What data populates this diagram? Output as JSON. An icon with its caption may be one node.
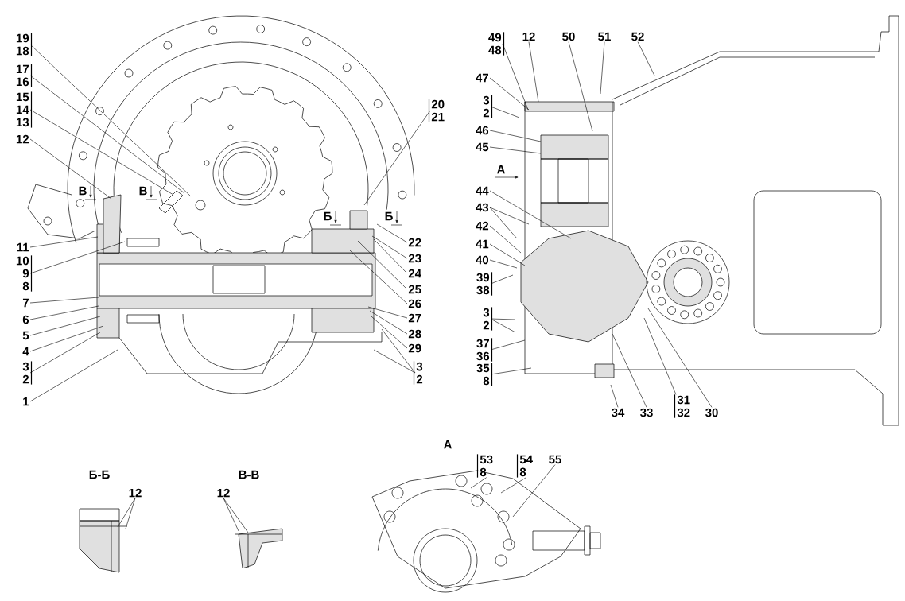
{
  "diagram": {
    "nodes": [
      {
        "text": [
          "19",
          "18"
        ]
      },
      {
        "text": [
          "17",
          "16"
        ]
      },
      {
        "text": [
          "15",
          "14",
          "13"
        ]
      },
      {
        "text": [
          "12"
        ]
      },
      {
        "text": [
          "11"
        ]
      },
      {
        "text": [
          "10",
          "9",
          "8"
        ]
      },
      {
        "text": [
          "7"
        ]
      },
      {
        "text": [
          "6"
        ]
      },
      {
        "text": [
          "5"
        ]
      },
      {
        "text": [
          "4"
        ]
      },
      {
        "text": [
          "3",
          "2"
        ]
      },
      {
        "text": [
          "1"
        ]
      },
      {
        "text": [
          "20",
          "21"
        ]
      },
      {
        "text": [
          "22"
        ]
      },
      {
        "text": [
          "23"
        ]
      },
      {
        "text": [
          "24"
        ]
      },
      {
        "text": [
          "25"
        ]
      },
      {
        "text": [
          "26"
        ]
      },
      {
        "text": [
          "27"
        ]
      },
      {
        "text": [
          "28"
        ]
      },
      {
        "text": [
          "29"
        ]
      },
      {
        "text": [
          "3",
          "2"
        ]
      },
      {
        "text": [
          "49",
          "48"
        ]
      },
      {
        "text": [
          "12"
        ]
      },
      {
        "text": [
          "50"
        ]
      },
      {
        "text": [
          "51"
        ]
      },
      {
        "text": [
          "52"
        ]
      },
      {
        "text": [
          "47"
        ]
      },
      {
        "text": [
          "3",
          "2"
        ]
      },
      {
        "text": [
          "46"
        ]
      },
      {
        "text": [
          "45"
        ]
      },
      {
        "text": [
          "44"
        ]
      },
      {
        "text": [
          "43"
        ]
      },
      {
        "text": [
          "42"
        ]
      },
      {
        "text": [
          "41"
        ]
      },
      {
        "text": [
          "40"
        ]
      },
      {
        "text": [
          "39",
          "38"
        ]
      },
      {
        "text": [
          "3",
          "2"
        ]
      },
      {
        "text": [
          "37",
          "36"
        ]
      },
      {
        "text": [
          "35",
          "8"
        ]
      },
      {
        "text": [
          "34"
        ]
      },
      {
        "text": [
          "33"
        ]
      },
      {
        "text": [
          "31",
          "32"
        ]
      },
      {
        "text": [
          "30"
        ]
      },
      {
        "text": [
          "12"
        ]
      },
      {
        "text": [
          "12"
        ]
      },
      {
        "text": [
          "53",
          "8"
        ]
      },
      {
        "text": [
          "54",
          "8"
        ]
      },
      {
        "text": [
          "55"
        ]
      }
    ],
    "edges": [
      {
        "from": 0,
        "to": null,
        "arrow": "none"
      },
      {
        "from": 1,
        "to": null,
        "arrow": "none"
      },
      {
        "from": 2,
        "to": null,
        "arrow": "none"
      },
      {
        "from": 3,
        "to": null,
        "arrow": "none"
      },
      {
        "from": 4,
        "to": null,
        "arrow": "none"
      },
      {
        "from": 5,
        "to": null,
        "arrow": "none"
      },
      {
        "from": 6,
        "to": null,
        "arrow": "none"
      },
      {
        "from": 7,
        "to": null,
        "arrow": "none"
      },
      {
        "from": 8,
        "to": null,
        "arrow": "none"
      },
      {
        "from": 9,
        "to": null,
        "arrow": "none"
      },
      {
        "from": 10,
        "to": null,
        "arrow": "none"
      },
      {
        "from": 11,
        "to": null,
        "arrow": "none"
      },
      {
        "from": 12,
        "to": null,
        "arrow": "none"
      },
      {
        "from": 13,
        "to": null,
        "arrow": "none"
      },
      {
        "from": 14,
        "to": null,
        "arrow": "none"
      },
      {
        "from": 15,
        "to": null,
        "arrow": "none"
      },
      {
        "from": 16,
        "to": null,
        "arrow": "none"
      },
      {
        "from": 17,
        "to": null,
        "arrow": "none"
      },
      {
        "from": 18,
        "to": null,
        "arrow": "none"
      },
      {
        "from": 19,
        "to": null,
        "arrow": "none"
      },
      {
        "from": 20,
        "to": null,
        "arrow": "none"
      },
      {
        "from": 21,
        "to": null,
        "arrow": "none"
      },
      {
        "from": 21,
        "to": null,
        "arrow": "none"
      },
      {
        "from": 22,
        "to": null,
        "arrow": "none"
      },
      {
        "from": 23,
        "to": null,
        "arrow": "none"
      },
      {
        "from": 24,
        "to": null,
        "arrow": "none"
      },
      {
        "from": 25,
        "to": null,
        "arrow": "none"
      },
      {
        "from": 26,
        "to": null,
        "arrow": "none"
      },
      {
        "from": 27,
        "to": null,
        "arrow": "none"
      },
      {
        "from": 28,
        "to": null,
        "arrow": "none"
      },
      {
        "from": 29,
        "to": null,
        "arrow": "none"
      },
      {
        "from": 30,
        "to": null,
        "arrow": "none"
      },
      {
        "from": 31,
        "to": null,
        "arrow": "none"
      },
      {
        "from": 32,
        "to": null,
        "arrow": "none"
      },
      {
        "from": 32,
        "to": null,
        "arrow": "none"
      },
      {
        "from": 33,
        "to": null,
        "arrow": "none"
      },
      {
        "from": 34,
        "to": null,
        "arrow": "none"
      },
      {
        "from": 35,
        "to": null,
        "arrow": "none"
      },
      {
        "from": 36,
        "to": null,
        "arrow": "none"
      },
      {
        "from": 37,
        "to": null,
        "arrow": "none"
      },
      {
        "from": 37,
        "to": null,
        "arrow": "none"
      },
      {
        "from": 38,
        "to": null,
        "arrow": "none"
      },
      {
        "from": 39,
        "to": null,
        "arrow": "none"
      },
      {
        "from": 40,
        "to": null,
        "arrow": "none"
      },
      {
        "from": 41,
        "to": null,
        "arrow": "none"
      },
      {
        "from": 42,
        "to": null,
        "arrow": "none"
      },
      {
        "from": 43,
        "to": null,
        "arrow": "none"
      },
      {
        "from": 44,
        "to": null,
        "arrow": "none"
      },
      {
        "from": 44,
        "to": null,
        "arrow": "none"
      },
      {
        "from": 45,
        "to": null,
        "arrow": "none"
      },
      {
        "from": 45,
        "to": null,
        "arrow": "none"
      },
      {
        "from": 46,
        "to": null,
        "arrow": "none"
      },
      {
        "from": 47,
        "to": null,
        "arrow": "none"
      },
      {
        "from": 48,
        "to": null,
        "arrow": "none"
      }
    ],
    "labels": [
      "В",
      "В",
      "Б",
      "Б",
      "А",
      "Б-Б",
      "В-В",
      "А"
    ]
  }
}
